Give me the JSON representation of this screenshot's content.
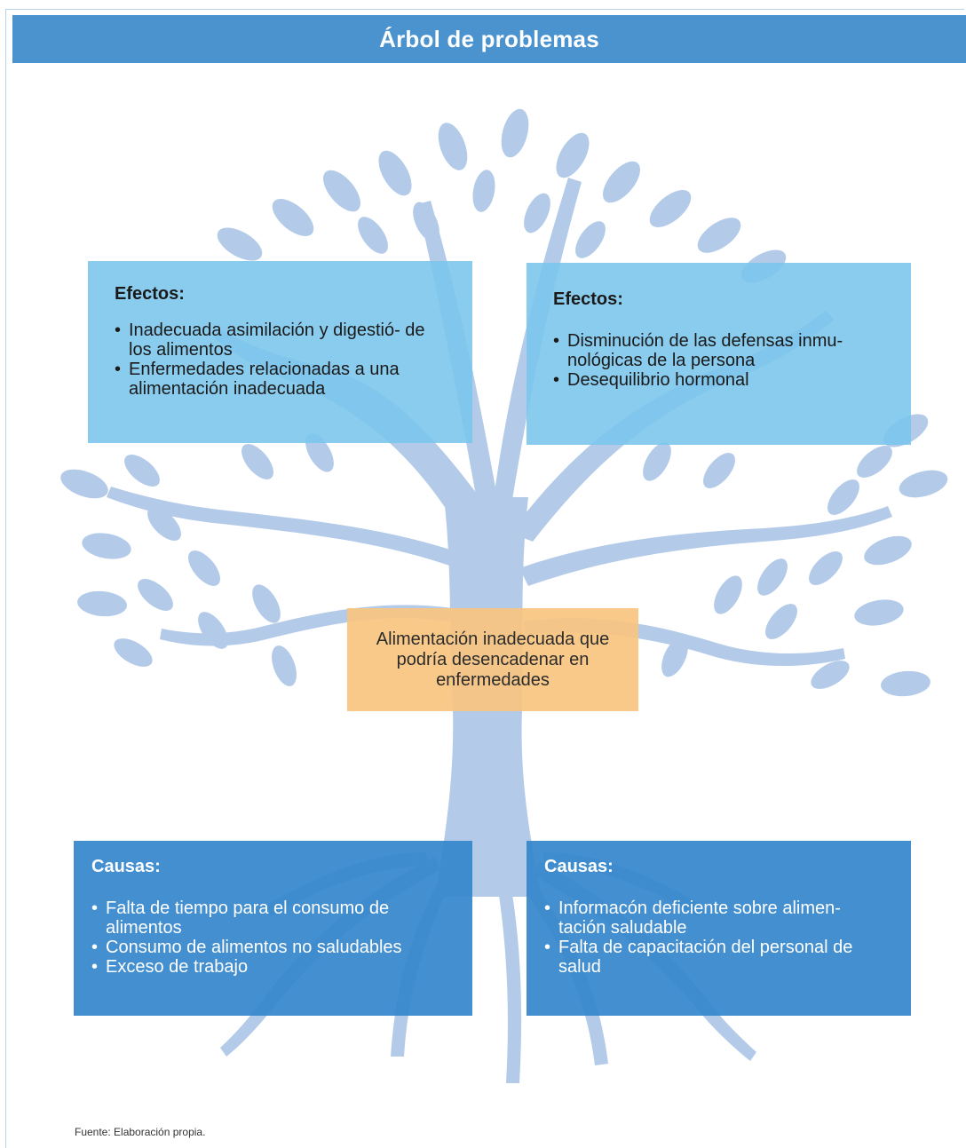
{
  "title": "Árbol de problemas",
  "effects_left": {
    "heading": "Efectos:",
    "items": [
      "Inadecuada asimilación y digestió- de los alimentos",
      "Enfermedades relacionadas a una alimentación inadecuada"
    ]
  },
  "effects_right": {
    "heading": "Efectos:",
    "items": [
      "Disminución de las defensas inmu- nológicas de la persona",
      "Desequilibrio hormonal"
    ]
  },
  "core_problem": "Alimentación inadecuada que podría desencadenar en enfermedades",
  "causes_left": {
    "heading": "Causas:",
    "items": [
      "Falta de tiempo para el consumo de alimentos",
      "Consumo de alimentos no saludables",
      "Exceso de trabajo"
    ]
  },
  "causes_right": {
    "heading": "Causas:",
    "items": [
      "Informacón deficiente sobre alimen- tación saludable",
      "Falta de capacitación del personal de salud"
    ]
  },
  "source_note": "Fuente: Elaboración propia.",
  "colors": {
    "title_bar": "#4a93cf",
    "tree": "#b3cbe9",
    "effect_box": "#7ac5ec",
    "cause_box": "#3586cb",
    "core_box": "#f8c480"
  },
  "icons": [
    "tree-illustration"
  ]
}
